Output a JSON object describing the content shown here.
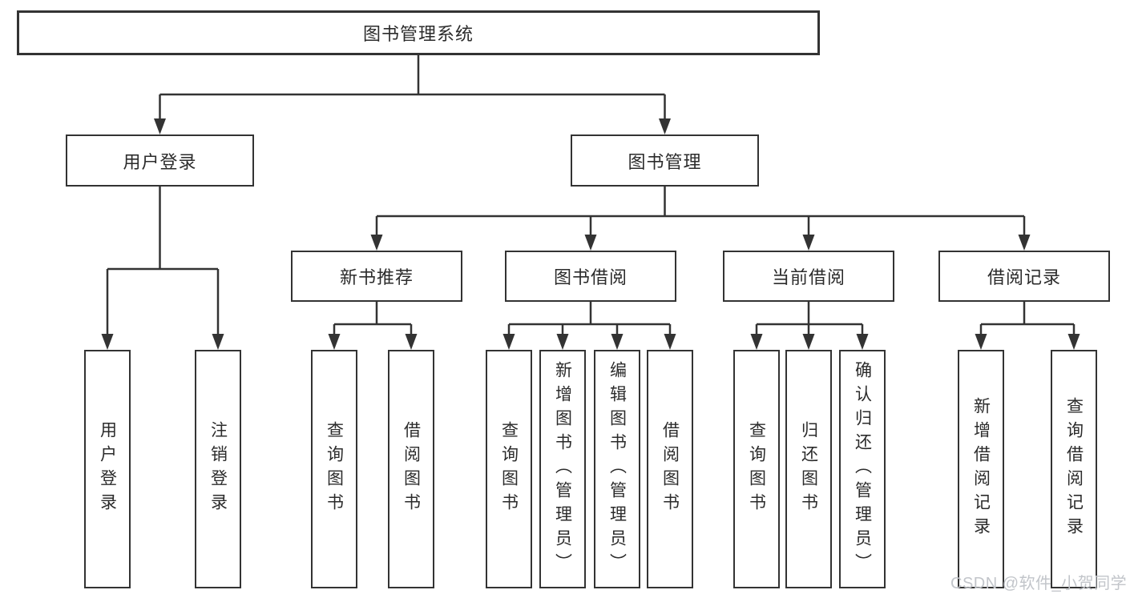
{
  "colors": {
    "line": "#333333",
    "text": "#2b2b2b",
    "canvas": "#ffffff",
    "watermark": "#c2c5ca"
  },
  "diagram": {
    "type": "hierarchy-tree",
    "root": "图书管理系统",
    "level2": [
      "用户登录",
      "图书管理"
    ],
    "level3": [
      "新书推荐",
      "图书借阅",
      "当前借阅",
      "借阅记录"
    ],
    "leaves": {
      "user_login": [
        "用户登录",
        "注销登录"
      ],
      "new_book_recommend": [
        "查询图书",
        "借阅图书"
      ],
      "book_borrow": [
        "查询图书",
        "新增图书（管理员）",
        "编辑图书（管理员）",
        "借阅图书"
      ],
      "current_borrow": [
        "查询图书",
        "归还图书",
        "确认归还（管理员）"
      ],
      "borrow_records": [
        "新增借阅记录",
        "查询借阅记录"
      ]
    }
  },
  "watermark": "CSDN @软件_小贺同学"
}
